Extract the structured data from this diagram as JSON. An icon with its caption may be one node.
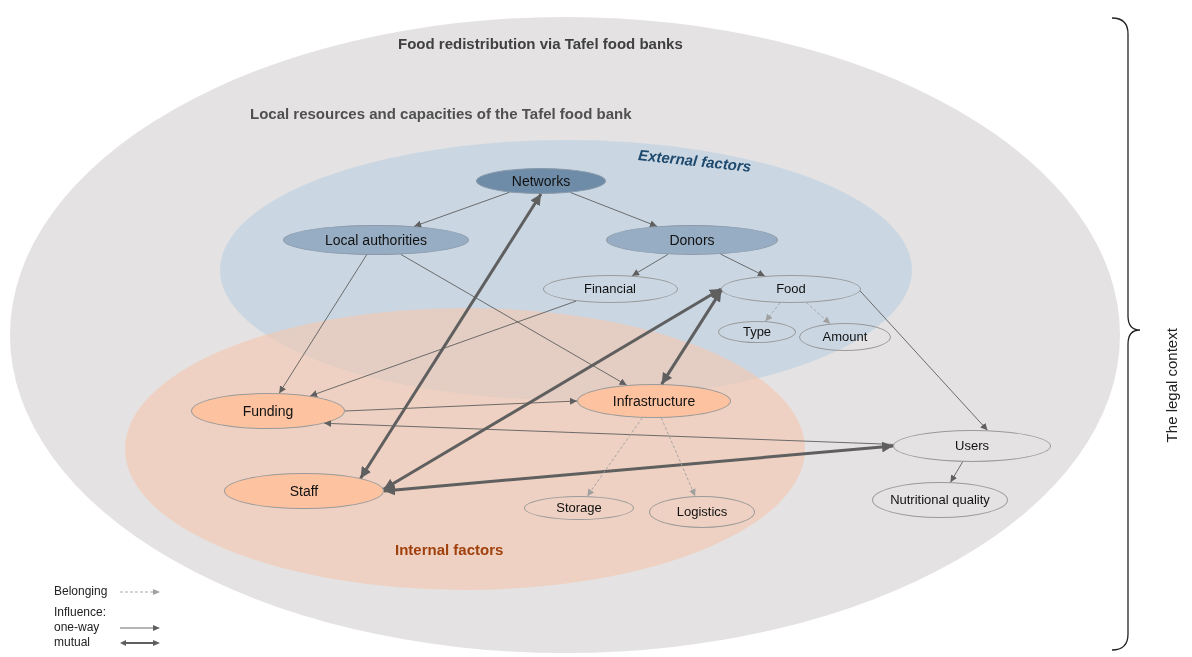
{
  "diagram": {
    "nodes": [
      {
        "text": [
          "Food redistribution via Tafel food banks",
          "Local resources and capacities of the Tafel food bank"
        ]
      },
      {
        "text": [
          "External factors"
        ],
        "in": 0
      },
      {
        "text": [
          "Networks"
        ],
        "in": 1
      },
      {
        "text": [
          "Local authorities"
        ],
        "in": 1
      },
      {
        "text": [
          "Donors"
        ],
        "in": 1
      },
      {
        "text": [
          "Financial"
        ],
        "in": 1
      },
      {
        "text": [
          "Food"
        ],
        "in": 1
      },
      {
        "text": [
          "Type"
        ]
      },
      {
        "text": [
          "Amount"
        ],
        "in": 1
      },
      {
        "text": [
          "Internal factors"
        ],
        "in": 0
      },
      {
        "text": [
          "Funding"
        ],
        "in": 9
      },
      {
        "text": [
          "Infrastructure"
        ],
        "in": 9
      },
      {
        "text": [
          "Staff"
        ],
        "in": 9
      },
      {
        "text": [
          "Storage"
        ],
        "in": 9
      },
      {
        "text": [
          "Logistics"
        ],
        "in": 9
      },
      {
        "text": [
          "Users"
        ],
        "in": 0
      },
      {
        "text": [
          "Nutritional quality"
        ],
        "in": 0
      }
    ],
    "edges": [
      {
        "from": 2,
        "to": 3,
        "arrow": "to"
      },
      {
        "from": 2,
        "to": 4,
        "arrow": "to"
      },
      {
        "from": 4,
        "to": 5,
        "arrow": "to"
      },
      {
        "from": 4,
        "to": 6,
        "arrow": "to"
      },
      {
        "from": 3,
        "to": 10,
        "arrow": "to"
      },
      {
        "from": 3,
        "to": 11,
        "arrow": "to"
      },
      {
        "from": 5,
        "to": 10,
        "arrow": "to"
      },
      {
        "from": 12,
        "to": 2,
        "arrow": "both",
        "style": "thick"
      },
      {
        "from": 11,
        "to": 6,
        "arrow": "both",
        "style": "thick"
      },
      {
        "from": 12,
        "to": 6,
        "arrow": "both",
        "style": "thick"
      },
      {
        "from": 12,
        "to": 15,
        "arrow": "both",
        "style": "thick"
      },
      {
        "from": 10,
        "to": 11,
        "arrow": "to"
      },
      {
        "from": 15,
        "to": 10,
        "arrow": "to"
      },
      {
        "from": 6,
        "to": 15,
        "arrow": "to"
      },
      {
        "from": 6,
        "to": 7,
        "arrow": "to",
        "style": "dashed",
        "color": "#a0a0a0"
      },
      {
        "from": 6,
        "to": 8,
        "arrow": "to",
        "style": "dashed",
        "color": "#a0a0a0"
      },
      {
        "from": 11,
        "to": 13,
        "arrow": "to",
        "style": "dashed",
        "color": "#a0a0a0"
      },
      {
        "from": 11,
        "to": 14,
        "arrow": "to",
        "style": "dashed",
        "color": "#a0a0a0"
      },
      {
        "from": 15,
        "to": 16,
        "arrow": "to"
      }
    ],
    "labels": [
      "Influence:",
      "The legal context"
    ],
    "legend": [
      {
        "text": "Belonging"
      },
      {
        "text": "one-way"
      },
      {
        "text": "mutual"
      }
    ]
  }
}
